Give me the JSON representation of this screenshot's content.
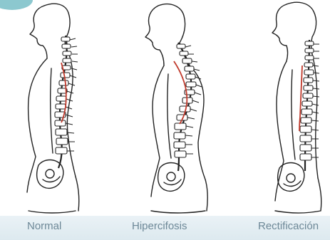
{
  "labels": {
    "normal": "Normal",
    "hipercifosis": "Hipercifosis",
    "rectificacion": "Rectificación"
  },
  "colors": {
    "outline": "#222222",
    "curve_highlight": "#c0392b",
    "label_text": "#6d8897",
    "label_bar": "#e3edf2",
    "corner_badge": "#8cc8cf"
  }
}
